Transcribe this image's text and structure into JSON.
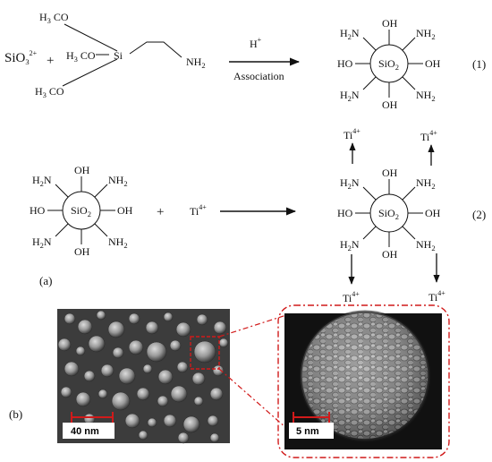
{
  "reaction1": {
    "reactant_ion": "SiO",
    "reactant_ion_sub": "3",
    "reactant_ion_charge": "2+",
    "plus": "+",
    "silane_group_1": "H",
    "silane_group_1_sub": "3",
    "silane_group_1_rest": " CO",
    "silane_group_2": "H",
    "silane_group_2_sub": "3",
    "silane_group_2_rest": " CO",
    "silane_group_3": "H",
    "silane_group_3_sub": "3",
    "silane_group_3_rest": " CO",
    "silicon": "Si",
    "amine": "NH",
    "amine_sub": "2",
    "catalyst": "H",
    "catalyst_charge": "+",
    "process_label": "Association",
    "equation_number": "(1)"
  },
  "reaction2": {
    "plus": "+",
    "titanium_ion": "Ti",
    "titanium_charge": "4+",
    "equation_number": "(2)"
  },
  "particle": {
    "core": "SiO",
    "core_sub": "2",
    "hydroxyl": "OH",
    "hydroxyl_left": "HO",
    "amine_left": "H",
    "amine_left_sub": "2",
    "amine_left_rest": "N",
    "amine_right": "NH",
    "amine_right_sub": "2"
  },
  "bound_ion": {
    "symbol": "Ti",
    "charge": "4+"
  },
  "panel_a_label": "(a)",
  "panel_b_label": "(b)",
  "sem_left_scale": "40 nm",
  "sem_right_scale": "5 nm",
  "colors": {
    "ink": "#111111",
    "highlight": "#d11a1a",
    "sem_background": "#3c3c3c"
  }
}
